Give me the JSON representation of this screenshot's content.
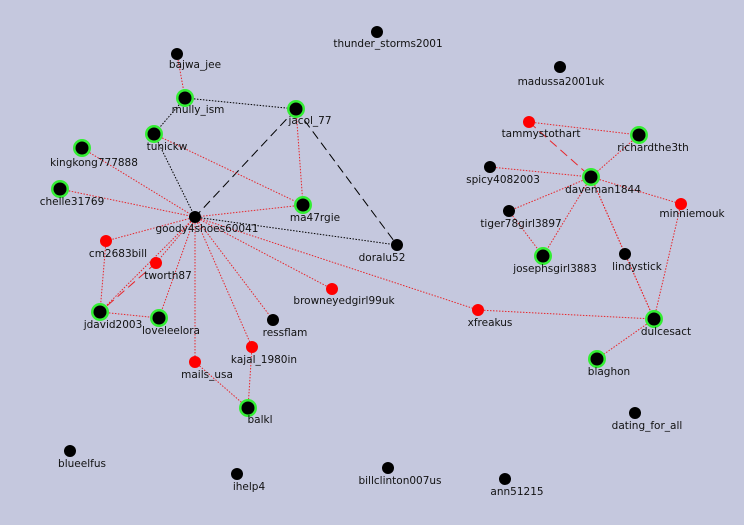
{
  "colors": {
    "background": "#c5c8de",
    "node_default": "#000000",
    "node_highlight_ring": "#33ee33",
    "node_flagged": "#ff0000",
    "edge_red": "#e8262b",
    "edge_black": "#000000"
  },
  "nodes": [
    {
      "id": "bajwa_jee",
      "label": "bajwa_jee",
      "type": "plain"
    },
    {
      "id": "thunder_storms2001",
      "label": "thunder_storms2001",
      "type": "plain"
    },
    {
      "id": "mully_ism",
      "label": "mully_ism",
      "type": "ringed"
    },
    {
      "id": "jacol_77",
      "label": "jacol_77",
      "type": "ringed"
    },
    {
      "id": "madussa2001uk",
      "label": "madussa2001uk",
      "type": "plain"
    },
    {
      "id": "tunickw",
      "label": "tunickw",
      "type": "ringed"
    },
    {
      "id": "tammystothart",
      "label": "tammystothart",
      "type": "flagged"
    },
    {
      "id": "richardthe3th",
      "label": "richardthe3th",
      "type": "ringed"
    },
    {
      "id": "kingkong777888",
      "label": "kingkong777888",
      "type": "ringed"
    },
    {
      "id": "spicy4082003",
      "label": "spicy4082003",
      "type": "plain"
    },
    {
      "id": "daveman1844",
      "label": "daveman1844",
      "type": "ringed"
    },
    {
      "id": "chelle31769",
      "label": "chelle31769",
      "type": "ringed"
    },
    {
      "id": "minniemouk",
      "label": "minniemouk",
      "type": "flagged"
    },
    {
      "id": "ma47rgie",
      "label": "ma47rgie",
      "type": "ringed"
    },
    {
      "id": "goody4shoes60041",
      "label": "goody4shoes60041",
      "type": "plain"
    },
    {
      "id": "tiger78girl3897",
      "label": "tiger78girl3897",
      "type": "plain"
    },
    {
      "id": "cm2683bill",
      "label": "cm2683bill",
      "type": "flagged"
    },
    {
      "id": "doralu52",
      "label": "doralu52",
      "type": "plain"
    },
    {
      "id": "josephsgirl3883",
      "label": "josephsgirl3883",
      "type": "ringed"
    },
    {
      "id": "lindystick",
      "label": "lindystick",
      "type": "plain"
    },
    {
      "id": "tworth87",
      "label": "tworth87",
      "type": "flagged"
    },
    {
      "id": "browneyedgirl99uk",
      "label": "browneyedgirl99uk",
      "type": "flagged"
    },
    {
      "id": "jdavid2003",
      "label": "jdavid2003",
      "type": "ringed"
    },
    {
      "id": "loveleelora",
      "label": "loveleelora",
      "type": "ringed"
    },
    {
      "id": "xfreakus",
      "label": "xfreakus",
      "type": "flagged"
    },
    {
      "id": "dulcesact",
      "label": "dulcesact",
      "type": "ringed"
    },
    {
      "id": "ressflam",
      "label": "ressflam",
      "type": "plain"
    },
    {
      "id": "kajal_1980in",
      "label": "kajal_1980in",
      "type": "flagged"
    },
    {
      "id": "mails_usa",
      "label": "mails_usa",
      "type": "flagged"
    },
    {
      "id": "blaghon",
      "label": "blaghon",
      "type": "ringed"
    },
    {
      "id": "balkl",
      "label": "balkl",
      "type": "ringed"
    },
    {
      "id": "dating_for_all",
      "label": "dating_for_all",
      "type": "plain"
    },
    {
      "id": "blueelfus",
      "label": "blueelfus",
      "type": "plain"
    },
    {
      "id": "ihelp4",
      "label": "ihelp4",
      "type": "plain"
    },
    {
      "id": "billclinton007us",
      "label": "billclinton007us",
      "type": "plain"
    },
    {
      "id": "ann51215",
      "label": "ann51215",
      "type": "plain"
    }
  ],
  "edges": [
    {
      "from": "bajwa_jee",
      "to": "mully_ism",
      "style": "red-dotted"
    },
    {
      "from": "mully_ism",
      "to": "jacol_77",
      "style": "black-dotted"
    },
    {
      "from": "mully_ism",
      "to": "tunickw",
      "style": "black-dotted"
    },
    {
      "from": "jacol_77",
      "to": "goody4shoes60041",
      "style": "black-dashed"
    },
    {
      "from": "jacol_77",
      "to": "ma47rgie",
      "style": "red-dotted"
    },
    {
      "from": "jacol_77",
      "to": "doralu52",
      "style": "black-dashed"
    },
    {
      "from": "tunickw",
      "to": "goody4shoes60041",
      "style": "black-dotted"
    },
    {
      "from": "tunickw",
      "to": "ma47rgie",
      "style": "red-dotted"
    },
    {
      "from": "kingkong777888",
      "to": "goody4shoes60041",
      "style": "red-dotted"
    },
    {
      "from": "chelle31769",
      "to": "goody4shoes60041",
      "style": "red-dotted"
    },
    {
      "from": "ma47rgie",
      "to": "goody4shoes60041",
      "style": "red-dotted"
    },
    {
      "from": "goody4shoes60041",
      "to": "doralu52",
      "style": "black-dotted"
    },
    {
      "from": "goody4shoes60041",
      "to": "cm2683bill",
      "style": "red-dotted"
    },
    {
      "from": "goody4shoes60041",
      "to": "tworth87",
      "style": "red-dotted"
    },
    {
      "from": "goody4shoes60041",
      "to": "jdavid2003",
      "style": "red-dotted"
    },
    {
      "from": "goody4shoes60041",
      "to": "loveleelora",
      "style": "red-dotted"
    },
    {
      "from": "goody4shoes60041",
      "to": "mails_usa",
      "style": "red-dotted"
    },
    {
      "from": "goody4shoes60041",
      "to": "kajal_1980in",
      "style": "red-dotted"
    },
    {
      "from": "goody4shoes60041",
      "to": "ressflam",
      "style": "red-dotted"
    },
    {
      "from": "goody4shoes60041",
      "to": "browneyedgirl99uk",
      "style": "red-dotted"
    },
    {
      "from": "goody4shoes60041",
      "to": "xfreakus",
      "style": "red-dotted"
    },
    {
      "from": "cm2683bill",
      "to": "jdavid2003",
      "style": "red-dotted"
    },
    {
      "from": "tworth87",
      "to": "jdavid2003",
      "style": "red-dashed"
    },
    {
      "from": "jdavid2003",
      "to": "loveleelora",
      "style": "red-dotted"
    },
    {
      "from": "kajal_1980in",
      "to": "balkl",
      "style": "red-dotted"
    },
    {
      "from": "mails_usa",
      "to": "balkl",
      "style": "red-dotted"
    },
    {
      "from": "xfreakus",
      "to": "dulcesact",
      "style": "red-dotted"
    },
    {
      "from": "tammystothart",
      "to": "richardthe3th",
      "style": "red-dotted"
    },
    {
      "from": "tammystothart",
      "to": "daveman1844",
      "style": "red-dashed"
    },
    {
      "from": "richardthe3th",
      "to": "daveman1844",
      "style": "red-dotted"
    },
    {
      "from": "spicy4082003",
      "to": "daveman1844",
      "style": "red-dotted"
    },
    {
      "from": "daveman1844",
      "to": "minniemouk",
      "style": "red-dotted"
    },
    {
      "from": "daveman1844",
      "to": "tiger78girl3897",
      "style": "red-dotted"
    },
    {
      "from": "daveman1844",
      "to": "josephsgirl3883",
      "style": "red-dotted"
    },
    {
      "from": "daveman1844",
      "to": "lindystick",
      "style": "red-dotted"
    },
    {
      "from": "daveman1844",
      "to": "dulcesact",
      "style": "red-dotted"
    },
    {
      "from": "tiger78girl3897",
      "to": "josephsgirl3883",
      "style": "red-dotted"
    },
    {
      "from": "lindystick",
      "to": "dulcesact",
      "style": "red-dotted"
    },
    {
      "from": "minniemouk",
      "to": "dulcesact",
      "style": "red-dotted"
    },
    {
      "from": "dulcesact",
      "to": "blaghon",
      "style": "red-dotted"
    }
  ]
}
